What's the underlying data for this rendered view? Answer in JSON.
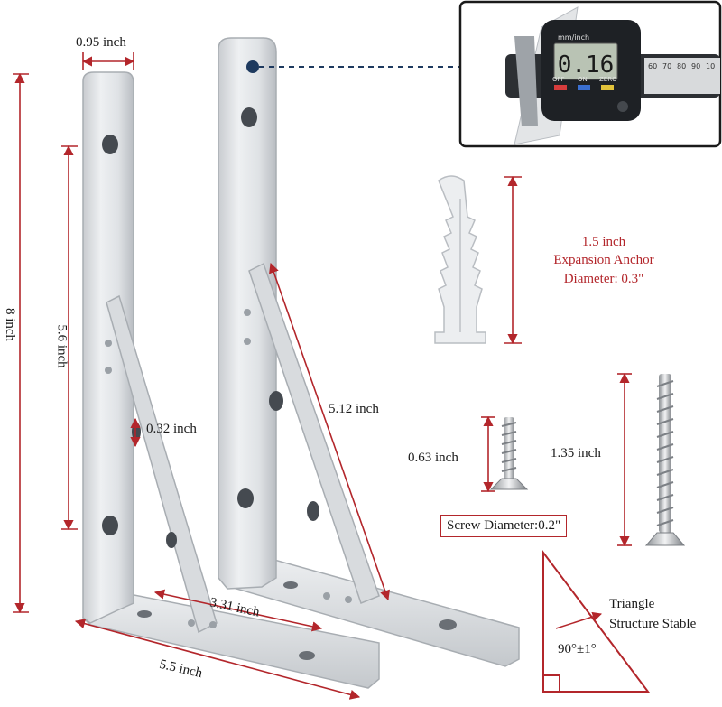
{
  "dimensions": {
    "bracket_width": "0.95 inch",
    "total_height": "8 inch",
    "hole_span": "5.6 inch",
    "hole_diameter": "0.32 inch",
    "brace_length": "5.12 inch",
    "base_brace": "3.31 inch",
    "base_length": "5.5 inch"
  },
  "anchor": {
    "length": "1.5 inch",
    "name": "Expansion Anchor",
    "diameter": "Diameter: 0.3\""
  },
  "screws": {
    "short_length": "0.63 inch",
    "long_length": "1.35 inch",
    "diameter_label": "Screw Diameter:0.2\""
  },
  "caliper": {
    "unit_label": "mm/inch",
    "reading": "0.16",
    "btn_off": "OFF",
    "btn_on": "ON",
    "btn_zero": "ZERO",
    "scale_numbers": [
      "60",
      "70",
      "80",
      "90",
      "10"
    ]
  },
  "triangle": {
    "title_line1": "Triangle",
    "title_line2": "Structure Stable",
    "angle": "90°±1°"
  },
  "colors": {
    "dimension_red": "#b3262b",
    "steel": "#d9dcdf"
  }
}
